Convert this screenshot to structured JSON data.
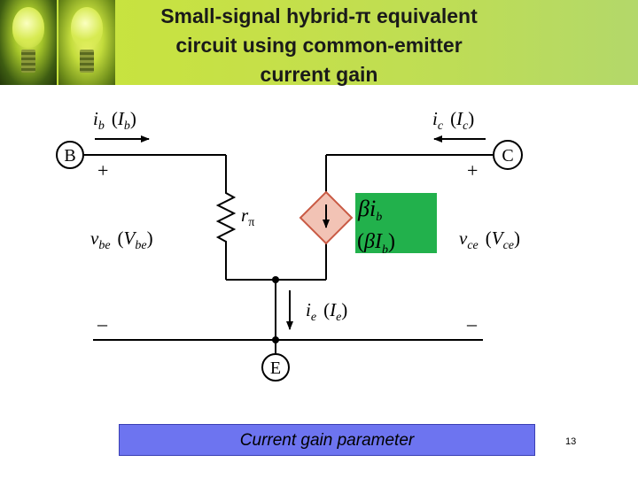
{
  "slide": {
    "title": "Small-signal hybrid-π equivalent\ncircuit using common-emitter\ncurrent gain",
    "caption": "Current gain parameter",
    "page_number": "13"
  },
  "circuit": {
    "nodes": {
      "base": "B",
      "collector": "C",
      "emitter": "E"
    },
    "labels": {
      "ib_main": "i",
      "ib_sub": "b",
      "Ib_main": "I",
      "Ib_sub": "b",
      "ic_main": "i",
      "ic_sub": "c",
      "Ic_main": "I",
      "Ic_sub": "c",
      "vbe_main": "v",
      "vbe_sub": "be",
      "Vbe_main": "V",
      "Vbe_sub": "be",
      "vce_main": "v",
      "vce_sub": "ce",
      "Vce_main": "V",
      "Vce_sub": "ce",
      "ie_main": "i",
      "ie_sub": "e",
      "Ie_main": "I",
      "Ie_sub": "e",
      "rpi_main": "r",
      "rpi_sub": "π",
      "beta": "β",
      "src_i": "i",
      "src_i_sub": "b",
      "src_I": "I",
      "src_I_sub": "b",
      "plus": "+",
      "minus": "–",
      "open_paren": "(",
      "close_paren": ")"
    },
    "colors": {
      "source_fill": "#f2c3b5",
      "source_stroke": "#c95a44",
      "label_box": "#22b14c"
    }
  }
}
